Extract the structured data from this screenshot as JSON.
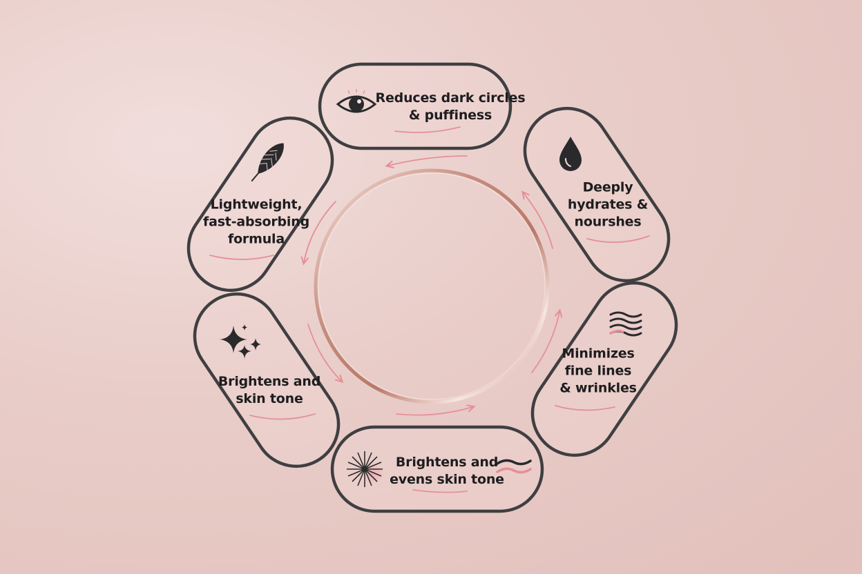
{
  "benefits": [
    {
      "id": "top",
      "icon": "eye-icon",
      "line1": "Reduces dark circles",
      "line2": "& puffiness",
      "line3": ""
    },
    {
      "id": "upper-right",
      "icon": "droplet-icon",
      "line1": "Deeply",
      "line2": "hydrates &",
      "line3": "nourshes"
    },
    {
      "id": "lower-right",
      "icon": "waves-icon",
      "line1": "Minimizes",
      "line2": "fine lines",
      "line3": "& wrinkles"
    },
    {
      "id": "bottom",
      "icon": "starburst-icon",
      "line1": "Brightens and",
      "line2": "evens skin tone",
      "line3": ""
    },
    {
      "id": "lower-left",
      "icon": "sparkles-icon",
      "line1": "Brightens and",
      "line2": "skin tone",
      "line3": ""
    },
    {
      "id": "upper-left",
      "icon": "feather-icon",
      "line1": "Lightweight,",
      "line2": "fast-absorbing",
      "line3": "formula"
    }
  ],
  "colors": {
    "background": "#e9cdc9",
    "pill_outline": "#3f3f41",
    "accent_pink": "#e58f98",
    "ring_copper": "#c58d7e",
    "text": "#1d1d1f"
  }
}
